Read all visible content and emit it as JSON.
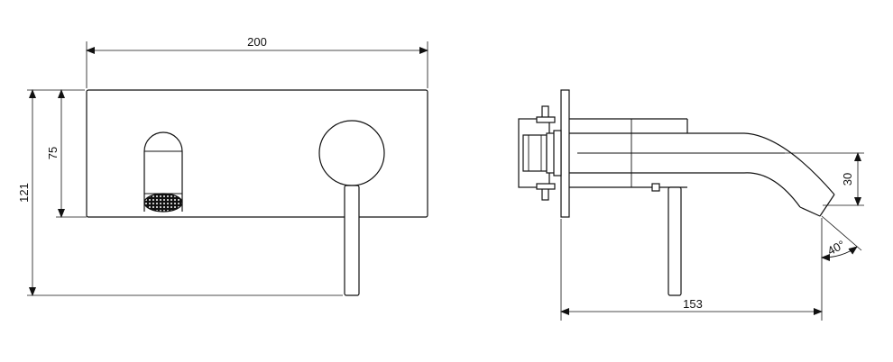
{
  "drawing": {
    "front_view": {
      "width_label": "200",
      "height_label": "121",
      "plate_height_label": "75"
    },
    "side_view": {
      "projection_label": "153",
      "drop_label": "30",
      "angle_label": "40°"
    }
  }
}
